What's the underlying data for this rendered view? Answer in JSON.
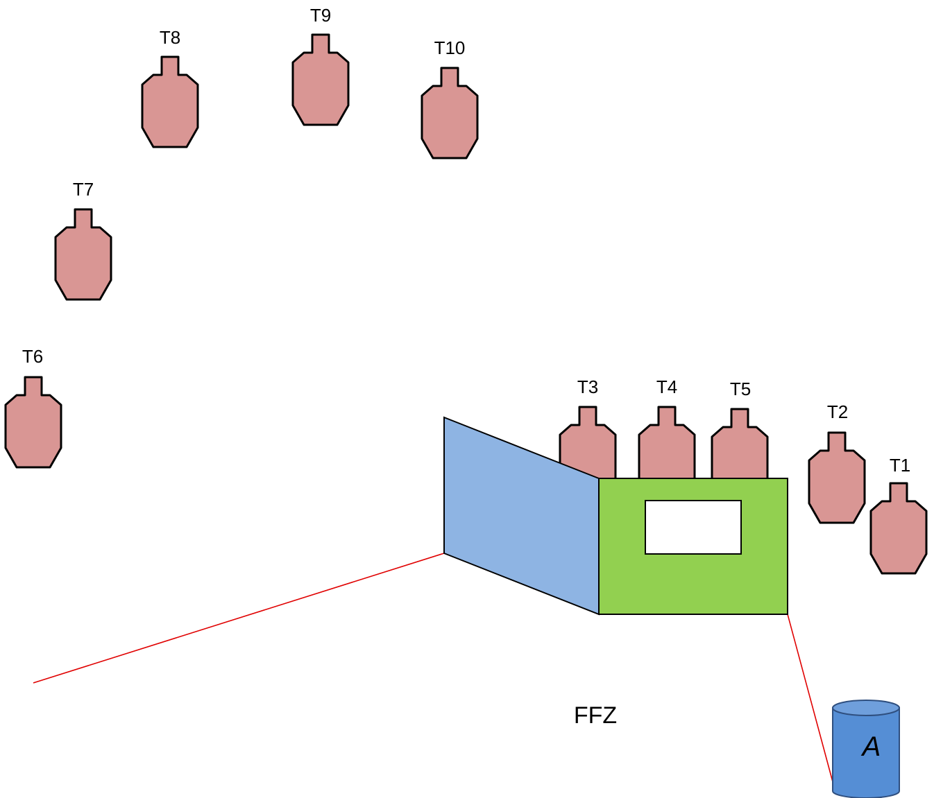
{
  "colors": {
    "target_fill": "#d99694",
    "target_stroke": "#000000",
    "wall_blue": "#8eb4e3",
    "wall_green": "#92d050",
    "barrel_fill": "#558ed5",
    "barrel_top": "#6f9fdc",
    "fault_line": "#e00000"
  },
  "targets": [
    {
      "id": "T1",
      "label": "T1"
    },
    {
      "id": "T2",
      "label": "T2"
    },
    {
      "id": "T3",
      "label": "T3"
    },
    {
      "id": "T4",
      "label": "T4"
    },
    {
      "id": "T5",
      "label": "T5"
    },
    {
      "id": "T6",
      "label": "T6"
    },
    {
      "id": "T7",
      "label": "T7"
    },
    {
      "id": "T8",
      "label": "T8"
    },
    {
      "id": "T9",
      "label": "T9"
    },
    {
      "id": "T10",
      "label": "T10"
    }
  ],
  "zone_label": "FFZ",
  "barrel_label": "A"
}
